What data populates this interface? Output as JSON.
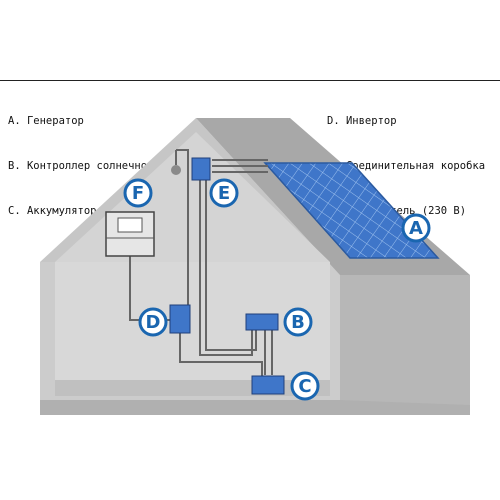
{
  "legend": {
    "left": [
      "A. Генератор",
      "B. Контроллер солнечного заряда",
      "C. Аккумулятор"
    ],
    "right": [
      "D. Инвертор",
      "E. Соединительная коробка",
      "F. Потребитель (230 В)"
    ]
  },
  "tags": {
    "a": "A",
    "b": "B",
    "c": "C",
    "d": "D",
    "e": "E",
    "f": "F"
  },
  "colors": {
    "wall": "#c9c9c9",
    "gable": "#bdbdbd",
    "roof": "#a9a9a9",
    "panel": "#3f76c9",
    "badge_fill": "#ffffff",
    "badge_stroke": "#1a66b0",
    "wire": "#6e6e6e"
  }
}
